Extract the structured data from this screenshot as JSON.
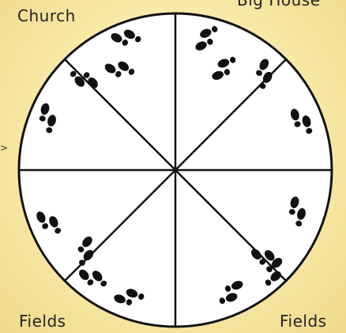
{
  "labels": {
    "top_left": "Church",
    "top_right": "Big House",
    "bottom_left": "Fields",
    "bottom_right": "Fields"
  },
  "board": {
    "sectors": 8,
    "icon": "footprints-icon",
    "colors": {
      "background": "#f7e9a6",
      "board_fill": "#ffffff",
      "line": "#111111",
      "footprint": "#111111"
    }
  }
}
